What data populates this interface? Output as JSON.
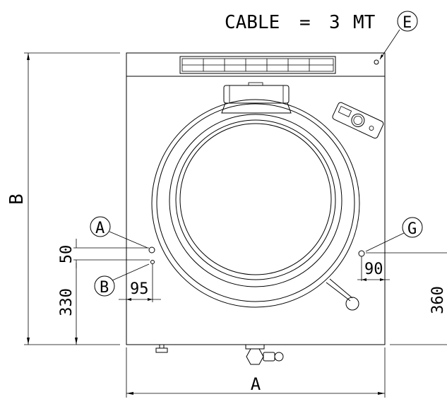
{
  "cable_note": {
    "label": "CABLE",
    "equals": "=",
    "value": "3",
    "unit": "MT",
    "tag": "E"
  },
  "callouts": {
    "a": "A",
    "b": "B",
    "g": "G"
  },
  "dimensions": {
    "height": "B",
    "width": "A",
    "spacing_ab": "50",
    "height_b": "330",
    "offset_b": "95",
    "offset_g": "90",
    "height_g": "360"
  }
}
